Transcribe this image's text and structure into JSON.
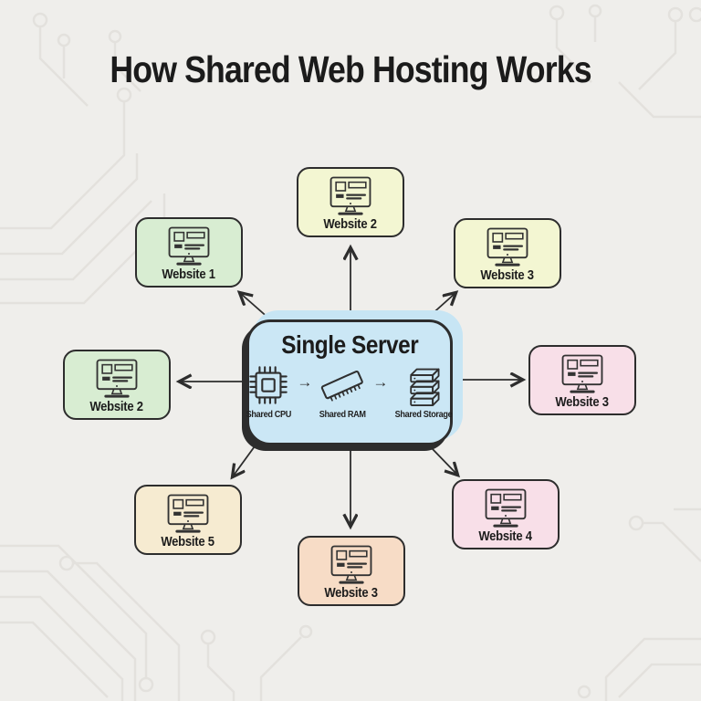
{
  "title": "How Shared Web Hosting Works",
  "colors": {
    "background": "#efeeeb",
    "circuit_lines": "#e3e1dd",
    "outline": "#2d2d2d",
    "arrow": "#2d2d2d",
    "server_fill": "#cbe7f5",
    "server_glow": "#c7e5f4"
  },
  "server": {
    "title": "Single Server",
    "components": [
      {
        "label": "Shared CPU",
        "icon": "cpu-icon"
      },
      {
        "label": "Shared RAM",
        "icon": "ram-icon"
      },
      {
        "label": "Shared Storage",
        "icon": "storage-icon"
      }
    ]
  },
  "websites": [
    {
      "label": "Website 2",
      "position": "top",
      "fill": "#f3f6d2"
    },
    {
      "label": "Website 1",
      "position": "top-left",
      "fill": "#d8edd2"
    },
    {
      "label": "Website 3",
      "position": "top-right",
      "fill": "#f3f6d2"
    },
    {
      "label": "Website 2",
      "position": "left",
      "fill": "#d8edd2"
    },
    {
      "label": "Website 3",
      "position": "right",
      "fill": "#f8dfe8"
    },
    {
      "label": "Website 5",
      "position": "bottom-left",
      "fill": "#f6ebd1"
    },
    {
      "label": "Website 3",
      "position": "bottom",
      "fill": "#f7dcc6"
    },
    {
      "label": "Website 4",
      "position": "bottom-right",
      "fill": "#f8dfe8"
    }
  ]
}
